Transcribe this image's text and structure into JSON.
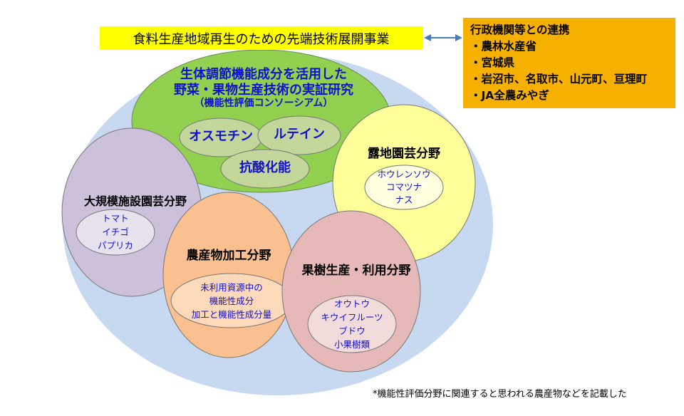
{
  "title": "食料生産地域再生のための先端技術展開事業",
  "partners": {
    "heading": "行政機関等との連携",
    "items": [
      "・農林水産省",
      "・宮城県",
      "・岩沼市、名取市、山元町、亘理町",
      "・JA全農みやぎ"
    ]
  },
  "consortium": {
    "line1": "生体調節機能成分を活用した",
    "line2": "野菜・果物生産技術の実証研究",
    "line3": "（機能性評価コンソーシアム）",
    "components": [
      "オスモチン",
      "ルテイン",
      "抗酸化能"
    ]
  },
  "fields": {
    "open": {
      "label": "露地園芸分野",
      "crops": [
        "ホウレンソウ",
        "コマツナ",
        "ナス"
      ]
    },
    "greenhouse": {
      "label": "大規模施設園芸分野",
      "crops": [
        "トマト",
        "イチゴ",
        "パプリカ"
      ]
    },
    "processing": {
      "label": "農産物加工分野",
      "crops": [
        "未利用資源中の",
        "機能性成分",
        "加工と機能性成分量"
      ]
    },
    "fruit": {
      "label": "果樹生産・利用分野",
      "crops": [
        "オウトウ",
        "キウイフルーツ",
        "ブドウ",
        "小果樹類"
      ]
    }
  },
  "footnote": "*機能性評価分野に関連すると思われる農産物などを記載した",
  "colors": {
    "outer": "#c6d9f0",
    "green": "#92d050",
    "yellow": "#ffff99",
    "purple": "#ccc0da",
    "orange": "#fac090",
    "pink": "#e6b9b8",
    "text_blue": "#1010d0"
  }
}
